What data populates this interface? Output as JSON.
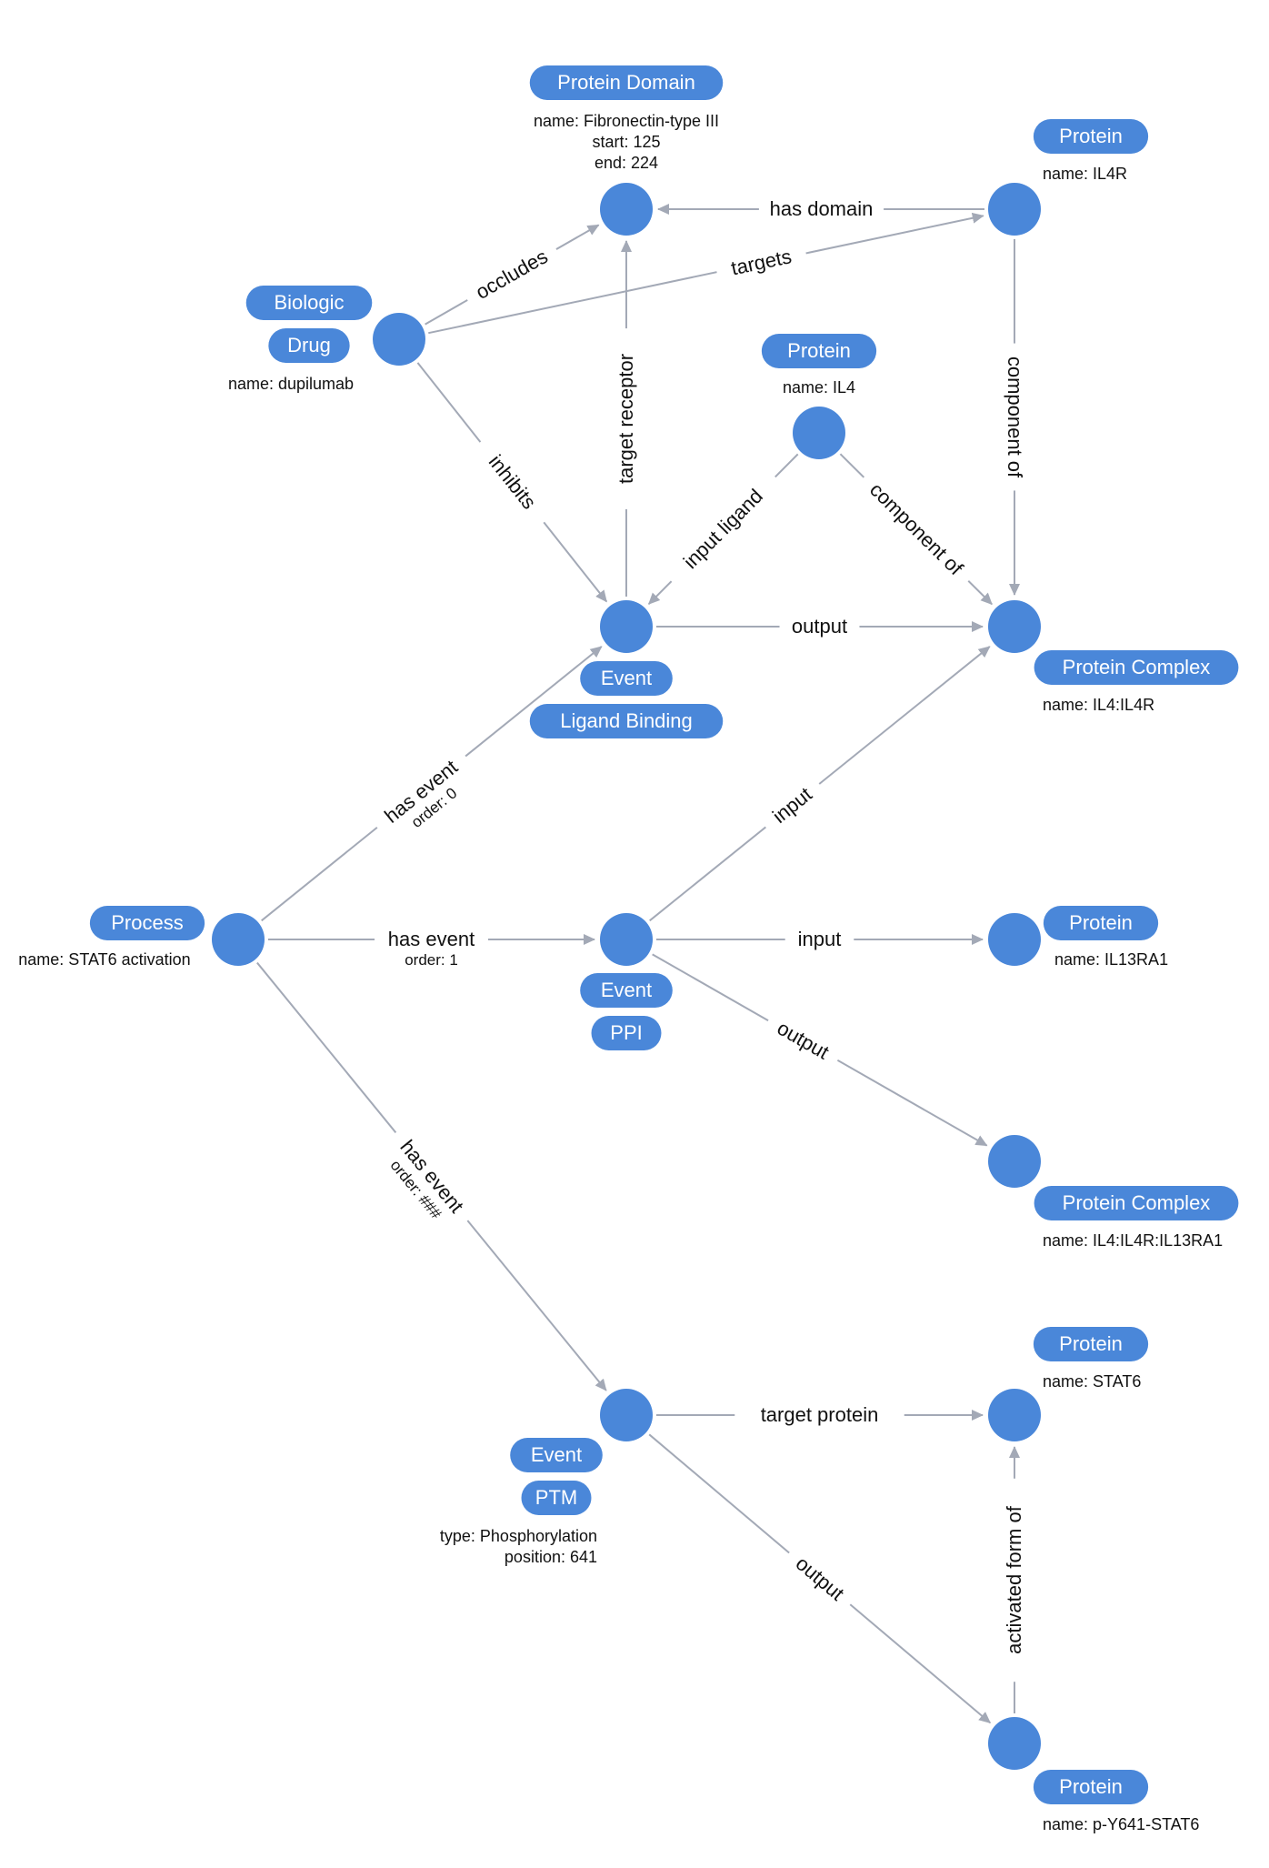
{
  "colors": {
    "node": "#4a87d9",
    "edge": "#a3a9b6",
    "text": "#111111",
    "pill_text": "#ffffff"
  },
  "nodes": [
    {
      "id": "domain",
      "labels": [
        "Protein Domain"
      ],
      "props": [
        "name: Fibronectin-type III",
        "start: 125",
        "end: 224"
      ]
    },
    {
      "id": "il4r",
      "labels": [
        "Protein"
      ],
      "props": [
        "name: IL4R"
      ]
    },
    {
      "id": "drug",
      "labels": [
        "Biologic",
        "Drug"
      ],
      "props": [
        "name: dupilumab"
      ]
    },
    {
      "id": "il4",
      "labels": [
        "Protein"
      ],
      "props": [
        "name: IL4"
      ]
    },
    {
      "id": "lb",
      "labels": [
        "Event",
        "Ligand Binding"
      ],
      "props": []
    },
    {
      "id": "cx1",
      "labels": [
        "Protein Complex"
      ],
      "props": [
        "name: IL4:IL4R"
      ]
    },
    {
      "id": "process",
      "labels": [
        "Process"
      ],
      "props": [
        "name: STAT6 activation"
      ]
    },
    {
      "id": "ppi",
      "labels": [
        "Event",
        "PPI"
      ],
      "props": []
    },
    {
      "id": "il13",
      "labels": [
        "Protein"
      ],
      "props": [
        "name: IL13RA1"
      ]
    },
    {
      "id": "cx2",
      "labels": [
        "Protein Complex"
      ],
      "props": [
        "name: IL4:IL4R:IL13RA1"
      ]
    },
    {
      "id": "ptm",
      "labels": [
        "Event",
        "PTM"
      ],
      "props": [
        "type: Phosphorylation",
        "position: 641"
      ]
    },
    {
      "id": "stat6",
      "labels": [
        "Protein"
      ],
      "props": [
        "name: STAT6"
      ]
    },
    {
      "id": "pstat6",
      "labels": [
        "Protein"
      ],
      "props": [
        "name: p-Y641-STAT6"
      ]
    }
  ],
  "edges": [
    {
      "from": "il4r",
      "to": "domain",
      "label": "has domain",
      "sub": ""
    },
    {
      "from": "drug",
      "to": "domain",
      "label": "occludes",
      "sub": ""
    },
    {
      "from": "drug",
      "to": "il4r",
      "label": "targets",
      "sub": ""
    },
    {
      "from": "lb",
      "to": "domain",
      "label": "target receptor",
      "sub": ""
    },
    {
      "from": "il4r",
      "to": "cx1",
      "label": "component of",
      "sub": ""
    },
    {
      "from": "drug",
      "to": "lb",
      "label": "inhibits",
      "sub": ""
    },
    {
      "from": "il4",
      "to": "lb",
      "label": "input ligand",
      "sub": ""
    },
    {
      "from": "il4",
      "to": "cx1",
      "label": "component of",
      "sub": ""
    },
    {
      "from": "lb",
      "to": "cx1",
      "label": "output",
      "sub": ""
    },
    {
      "from": "process",
      "to": "lb",
      "label": "has event",
      "sub": "order: 0"
    },
    {
      "from": "ppi",
      "to": "cx1",
      "label": "input",
      "sub": ""
    },
    {
      "from": "process",
      "to": "ppi",
      "label": "has event",
      "sub": "order: 1"
    },
    {
      "from": "ppi",
      "to": "il13",
      "label": "input",
      "sub": ""
    },
    {
      "from": "ppi",
      "to": "cx2",
      "label": "output",
      "sub": ""
    },
    {
      "from": "process",
      "to": "ptm",
      "label": "has event",
      "sub": "order: ###"
    },
    {
      "from": "ptm",
      "to": "stat6",
      "label": "target protein",
      "sub": ""
    },
    {
      "from": "ptm",
      "to": "pstat6",
      "label": "output",
      "sub": ""
    },
    {
      "from": "pstat6",
      "to": "stat6",
      "label": "activated form of",
      "sub": ""
    }
  ]
}
